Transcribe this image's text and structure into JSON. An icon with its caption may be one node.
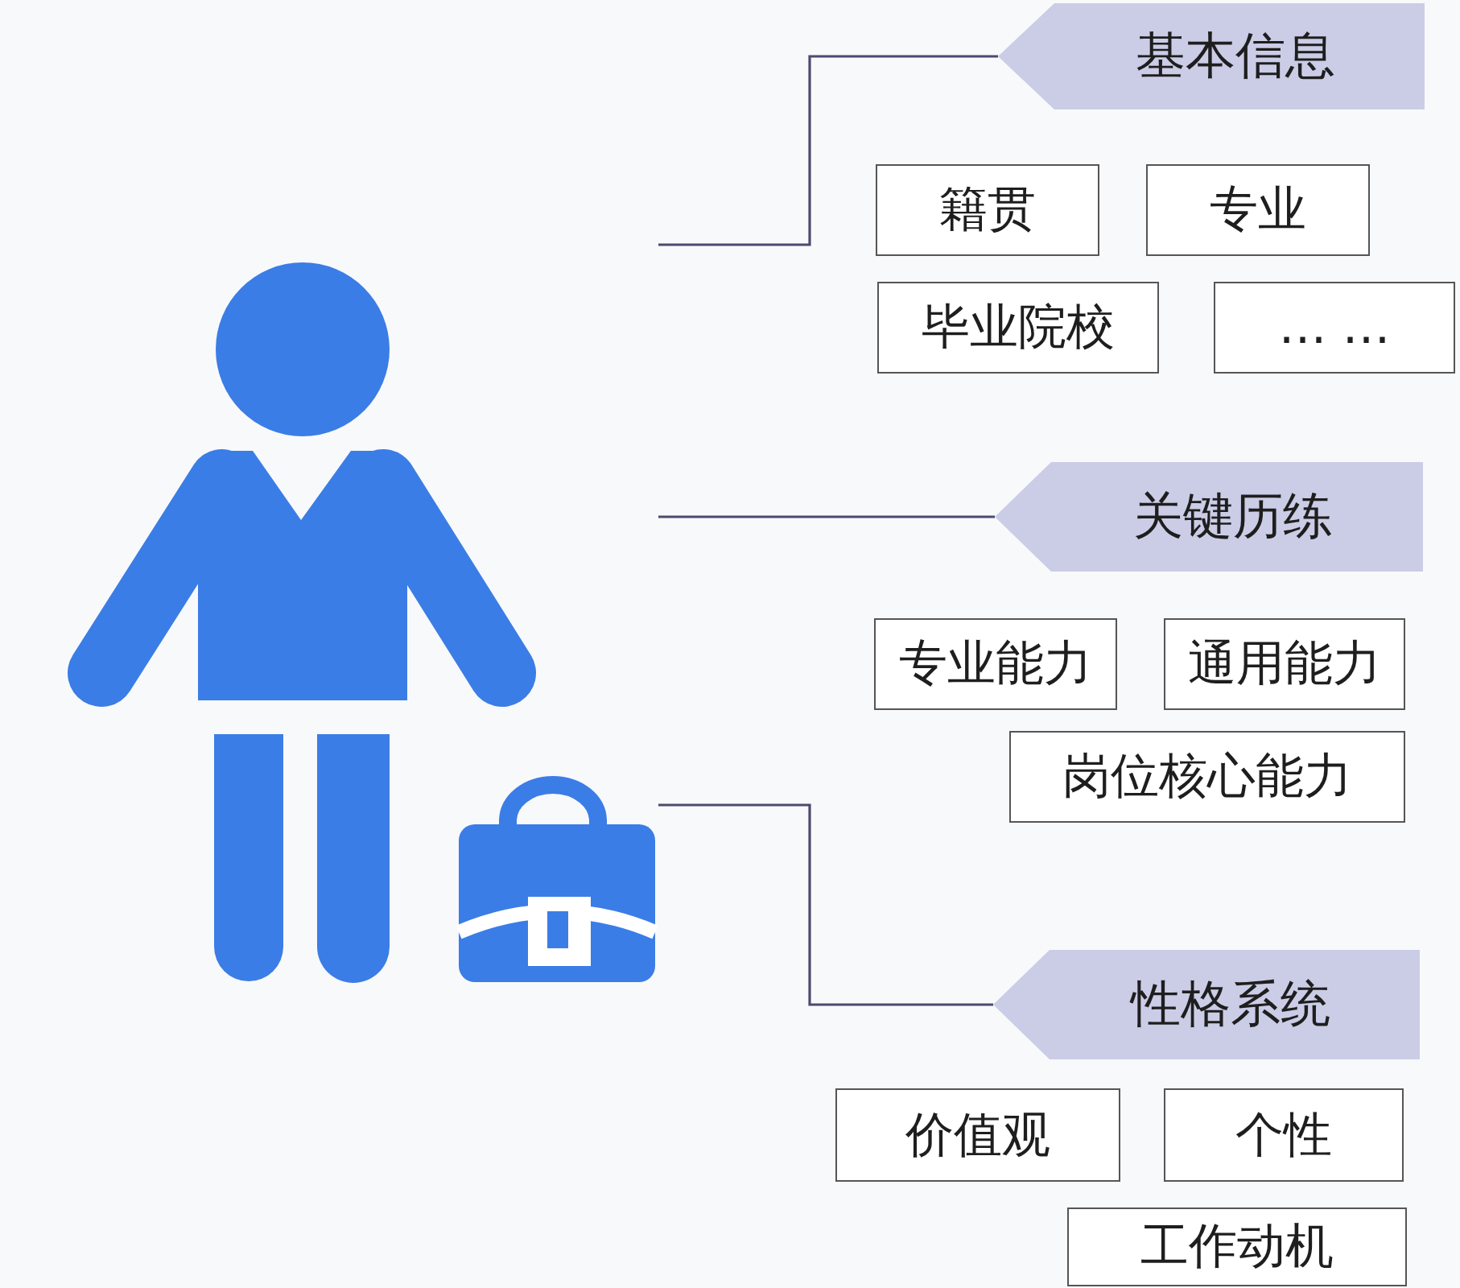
{
  "diagram": {
    "nodes": [
      {
        "text": [],
        "shape": "person"
      },
      {
        "text": [
          "基本信息"
        ]
      },
      {
        "text": [
          "籍贯"
        ]
      },
      {
        "text": [
          "专业"
        ]
      },
      {
        "text": [
          "毕业院校"
        ]
      },
      {
        "text": [
          "… …"
        ]
      },
      {
        "text": [
          "关键历练"
        ]
      },
      {
        "text": [
          "专业能力"
        ]
      },
      {
        "text": [
          "通用能力"
        ]
      },
      {
        "text": [
          "岗位核心能力"
        ]
      },
      {
        "text": [
          "性格系统"
        ]
      },
      {
        "text": [
          "价值观"
        ]
      },
      {
        "text": [
          "个性"
        ]
      },
      {
        "text": [
          "工作动机"
        ]
      }
    ],
    "edges": [
      {
        "from": 0,
        "to": 1,
        "arrow": "none"
      },
      {
        "from": 0,
        "to": 6,
        "arrow": "none"
      },
      {
        "from": 0,
        "to": 10,
        "arrow": "none"
      }
    ]
  }
}
